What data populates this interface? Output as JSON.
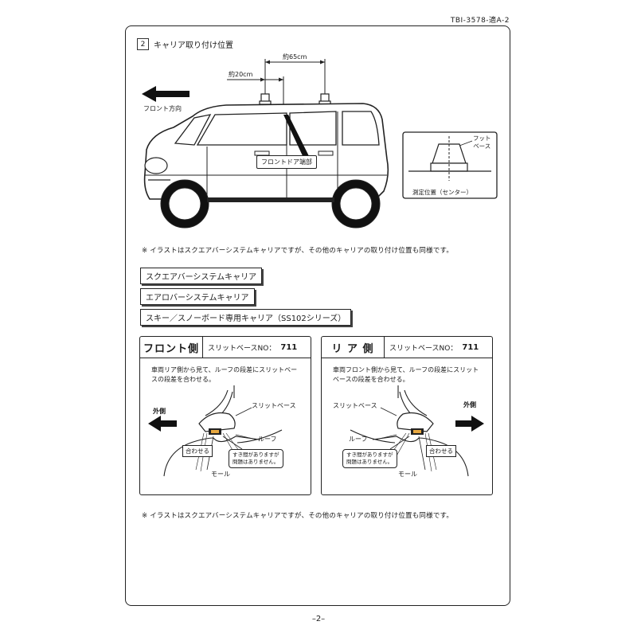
{
  "header": {
    "doc_code": "TBI-3578-適A-2"
  },
  "section": {
    "number": "2",
    "title": "キャリア取り付け位置"
  },
  "diagram": {
    "dim_65": "約65cm",
    "dim_20": "約20cm",
    "front_direction": "フロント方向",
    "front_door_edge": "フロントドア端部",
    "foot_label": "フット\nベース",
    "measure_position": "測定位置（センター）"
  },
  "notes": {
    "illustration_note_1": "※ イラストはスクエアバーシステムキャリアですが、その他のキャリアの取り付け位置も同様です。",
    "illustration_note_2": "※ イラストはスクエアバーシステムキャリアですが、その他のキャリアの取り付け位置も同様です。"
  },
  "carrier_types": [
    "スクエアバーシステムキャリア",
    "エアロバーシステムキャリア",
    "スキー／スノーボード専用キャリア（SS102シリーズ）"
  ],
  "panels": {
    "front": {
      "side_title": "フロント側",
      "slit_label": "スリットベースNO：",
      "slit_no": "711",
      "description": "車両リア側から見て、ルーフの段差にスリットベースの段差を合わせる。",
      "outside": "外側",
      "slit_base": "スリットベース",
      "roof": "ルーフ",
      "align": "合わせる",
      "gap_note": "すき間がありますが\n問題はありません。",
      "molding": "モール"
    },
    "rear": {
      "side_title": "リ ア 側",
      "slit_label": "スリットベースNO：",
      "slit_no": "711",
      "description": "車両フロント側から見て、ルーフの段差にスリットベースの段差を合わせる。",
      "outside": "外側",
      "slit_base": "スリットベース",
      "roof": "ルーフ",
      "align": "合わせる",
      "gap_note": "すき間がありますが\n問題はありません。",
      "molding": "モール"
    }
  },
  "footer": {
    "page_number": "–2–"
  }
}
